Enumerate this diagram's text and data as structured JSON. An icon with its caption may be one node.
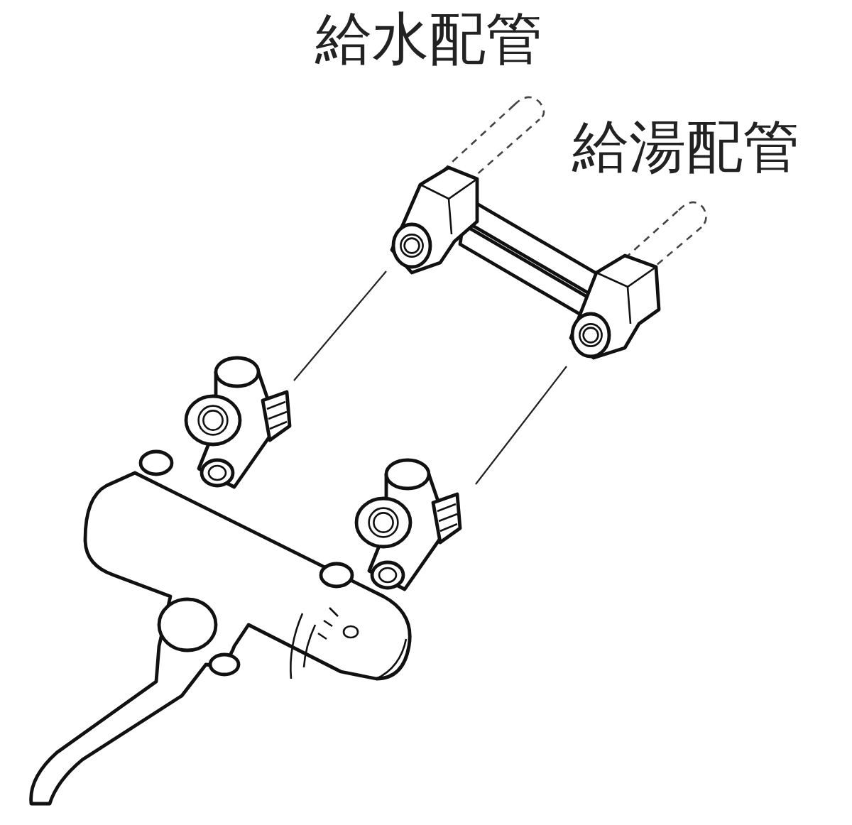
{
  "diagram": {
    "nodes": [
      {
        "text": [],
        "shape": "picture"
      },
      {
        "text": [],
        "shape": "picture"
      },
      {
        "text": [],
        "shape": "picture"
      },
      {
        "text": [],
        "shape": "picture"
      }
    ],
    "edges": [
      {
        "from": 2,
        "to": 0,
        "arrow": "none"
      },
      {
        "from": 3,
        "to": 1,
        "arrow": "none"
      }
    ],
    "labels": [
      "給水配管",
      "給湯配管"
    ]
  }
}
